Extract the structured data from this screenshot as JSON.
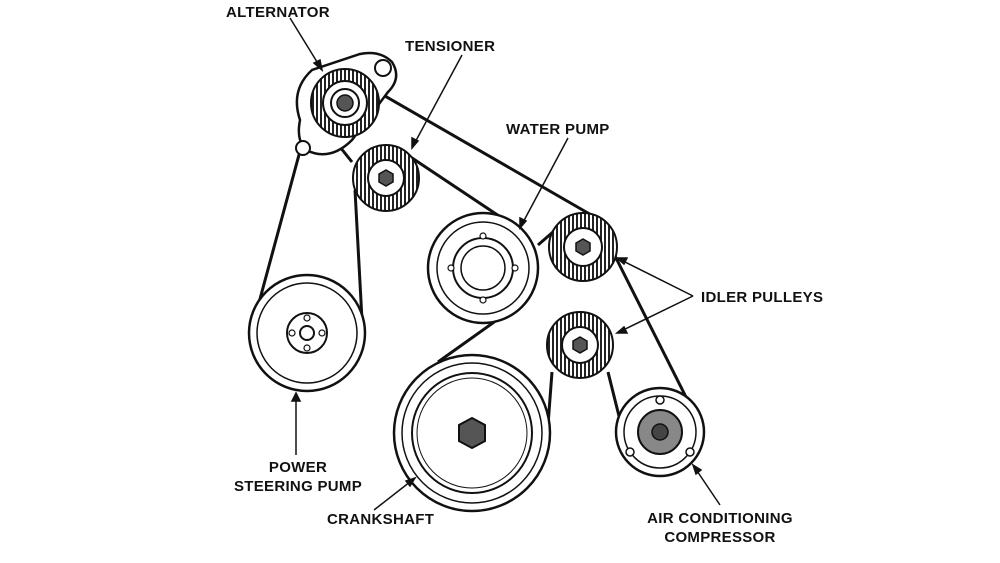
{
  "labels": {
    "alternator": "ALTERNATOR",
    "tensioner": "TENSIONER",
    "water_pump": "WATER PUMP",
    "idler_pulleys": "IDLER PULLEYS",
    "power_steering_line1": "POWER",
    "power_steering_line2": "STEERING PUMP",
    "crankshaft": "CRANKSHAFT",
    "ac_line1": "AIR CONDITIONING",
    "ac_line2": "COMPRESSOR"
  },
  "colors": {
    "ink": "#111111",
    "shade": "#555555",
    "paper": "#ffffff"
  }
}
